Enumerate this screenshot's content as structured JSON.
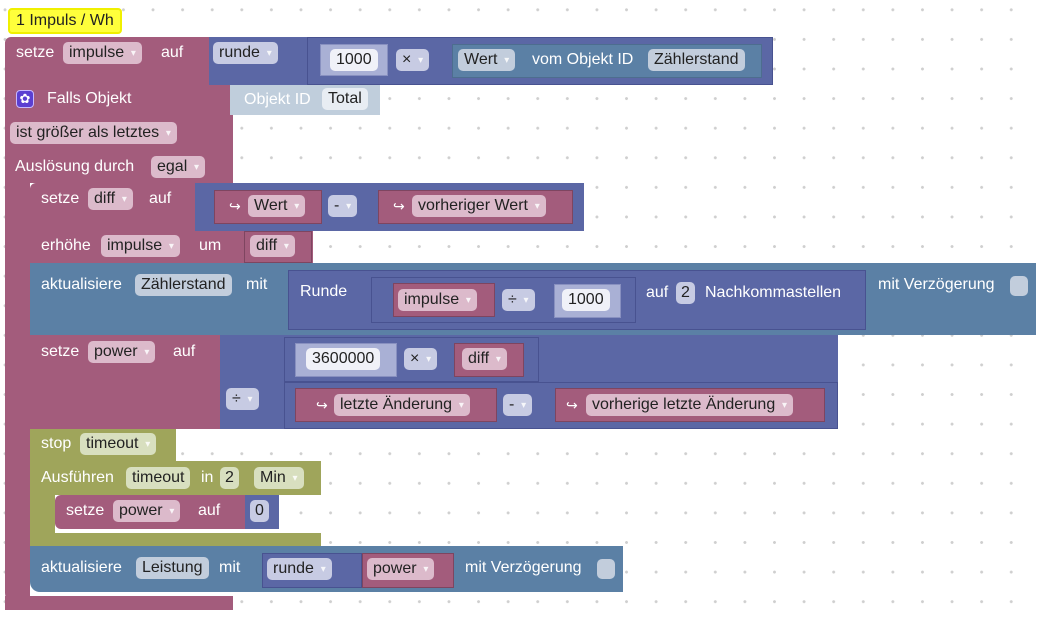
{
  "comment": "1 Impuls / Wh",
  "colors": {
    "variables": "#a35c7c",
    "math": "#5b67a5",
    "iobroker": "#5b80a5",
    "timeouts": "#9fa55b",
    "trigger_icon": "#5b3fd1",
    "comment_bg": "#ffff3b"
  },
  "block_set_impulse": {
    "label_set": "setze",
    "variable": "impulse",
    "label_to": "auf",
    "round_op": "runde",
    "number": "1000",
    "multiply_op": "×",
    "getvalue_attr": "Wert",
    "getvalue_label": "vom Objekt ID",
    "getvalue_id": "Zählerstand"
  },
  "trigger": {
    "icon": "gear-icon",
    "label": "Falls Objekt",
    "objid_label": "Objekt ID",
    "objid_value": "Total",
    "condition": "ist größer als letztes",
    "trigger_label": "Auslösung durch",
    "trigger_value": "egal"
  },
  "set_diff": {
    "label_set": "setze",
    "variable": "diff",
    "label_to": "auf",
    "arrow": "↪",
    "value_a": "Wert",
    "minus_op": "-",
    "value_b": "vorheriger Wert"
  },
  "increment": {
    "label": "erhöhe",
    "variable": "impulse",
    "label_by": "um",
    "value": "diff"
  },
  "update_counter": {
    "label": "aktualisiere",
    "object": "Zählerstand",
    "label_with": "mit",
    "round_label": "Runde",
    "var": "impulse",
    "divide_op": "÷",
    "number": "1000",
    "label_to": "auf",
    "decimals": "2",
    "decimals_label": "Nachkommastellen",
    "delay_label": "mit Verzögerung",
    "delay_checked": false
  },
  "set_power": {
    "label_set": "setze",
    "variable": "power",
    "label_to": "auf",
    "number": "3600000",
    "multiply_op": "×",
    "var": "diff",
    "divide_op": "÷",
    "arrow": "↪",
    "value_a": "letzte Änderung",
    "minus_op": "-",
    "value_b": "vorherige letzte Änderung"
  },
  "stop_timeout": {
    "label": "stop",
    "name": "timeout"
  },
  "run_timeout": {
    "label": "Ausführen",
    "name": "timeout",
    "label_in": "in",
    "amount": "2",
    "unit": "Min",
    "inner_label_set": "setze",
    "inner_variable": "power",
    "inner_label_to": "auf",
    "inner_value": "0"
  },
  "update_power": {
    "label": "aktualisiere",
    "object": "Leistung",
    "label_with": "mit",
    "round_op": "runde",
    "var": "power",
    "delay_label": "mit Verzögerung",
    "delay_checked": false
  }
}
